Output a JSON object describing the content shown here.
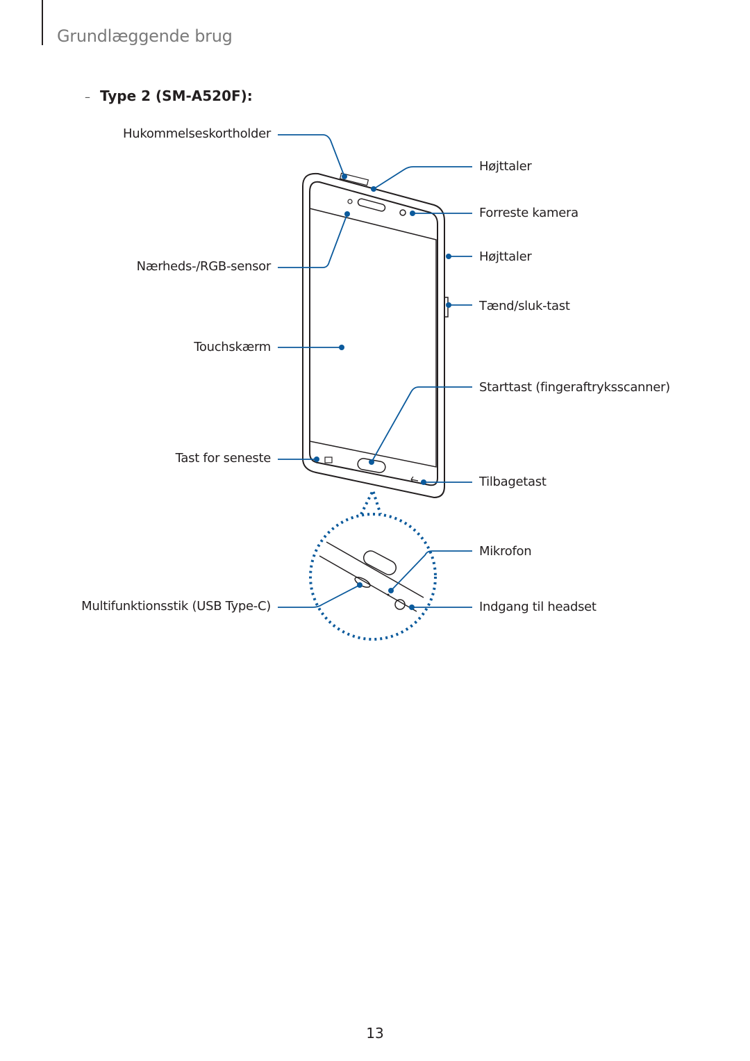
{
  "header": {
    "section_title": "Grundlæggende brug"
  },
  "subheading": {
    "dash": "–",
    "text": "Type 2 (SM-A520F):"
  },
  "callouts": {
    "left": [
      {
        "id": "memory-card-holder",
        "label": "Hukommelseskortholder"
      },
      {
        "id": "proximity-sensor",
        "label": "Nærheds-/RGB-sensor"
      },
      {
        "id": "touchscreen",
        "label": "Touchskærm"
      },
      {
        "id": "recent-apps-key",
        "label": "Tast for seneste"
      },
      {
        "id": "usb-connector",
        "label": "Multifunktionsstik (USB Type-C)"
      }
    ],
    "right": [
      {
        "id": "speaker-top",
        "label": "Højttaler"
      },
      {
        "id": "front-camera",
        "label": "Forreste kamera"
      },
      {
        "id": "speaker-side",
        "label": "Højttaler"
      },
      {
        "id": "power-key",
        "label": "Tænd/sluk-tast"
      },
      {
        "id": "home-key",
        "label": "Starttast (fingeraftryksscanner)"
      },
      {
        "id": "back-key",
        "label": "Tilbagetast"
      },
      {
        "id": "microphone",
        "label": "Mikrofon"
      },
      {
        "id": "headset-jack",
        "label": "Indgang til headset"
      }
    ]
  },
  "colors": {
    "callout_line": "#0b5a9c",
    "callout_dot": "#0b5a9c",
    "device_outline": "#231f20",
    "screen_fill": "#ffffff"
  },
  "footer": {
    "page_number": "13"
  }
}
